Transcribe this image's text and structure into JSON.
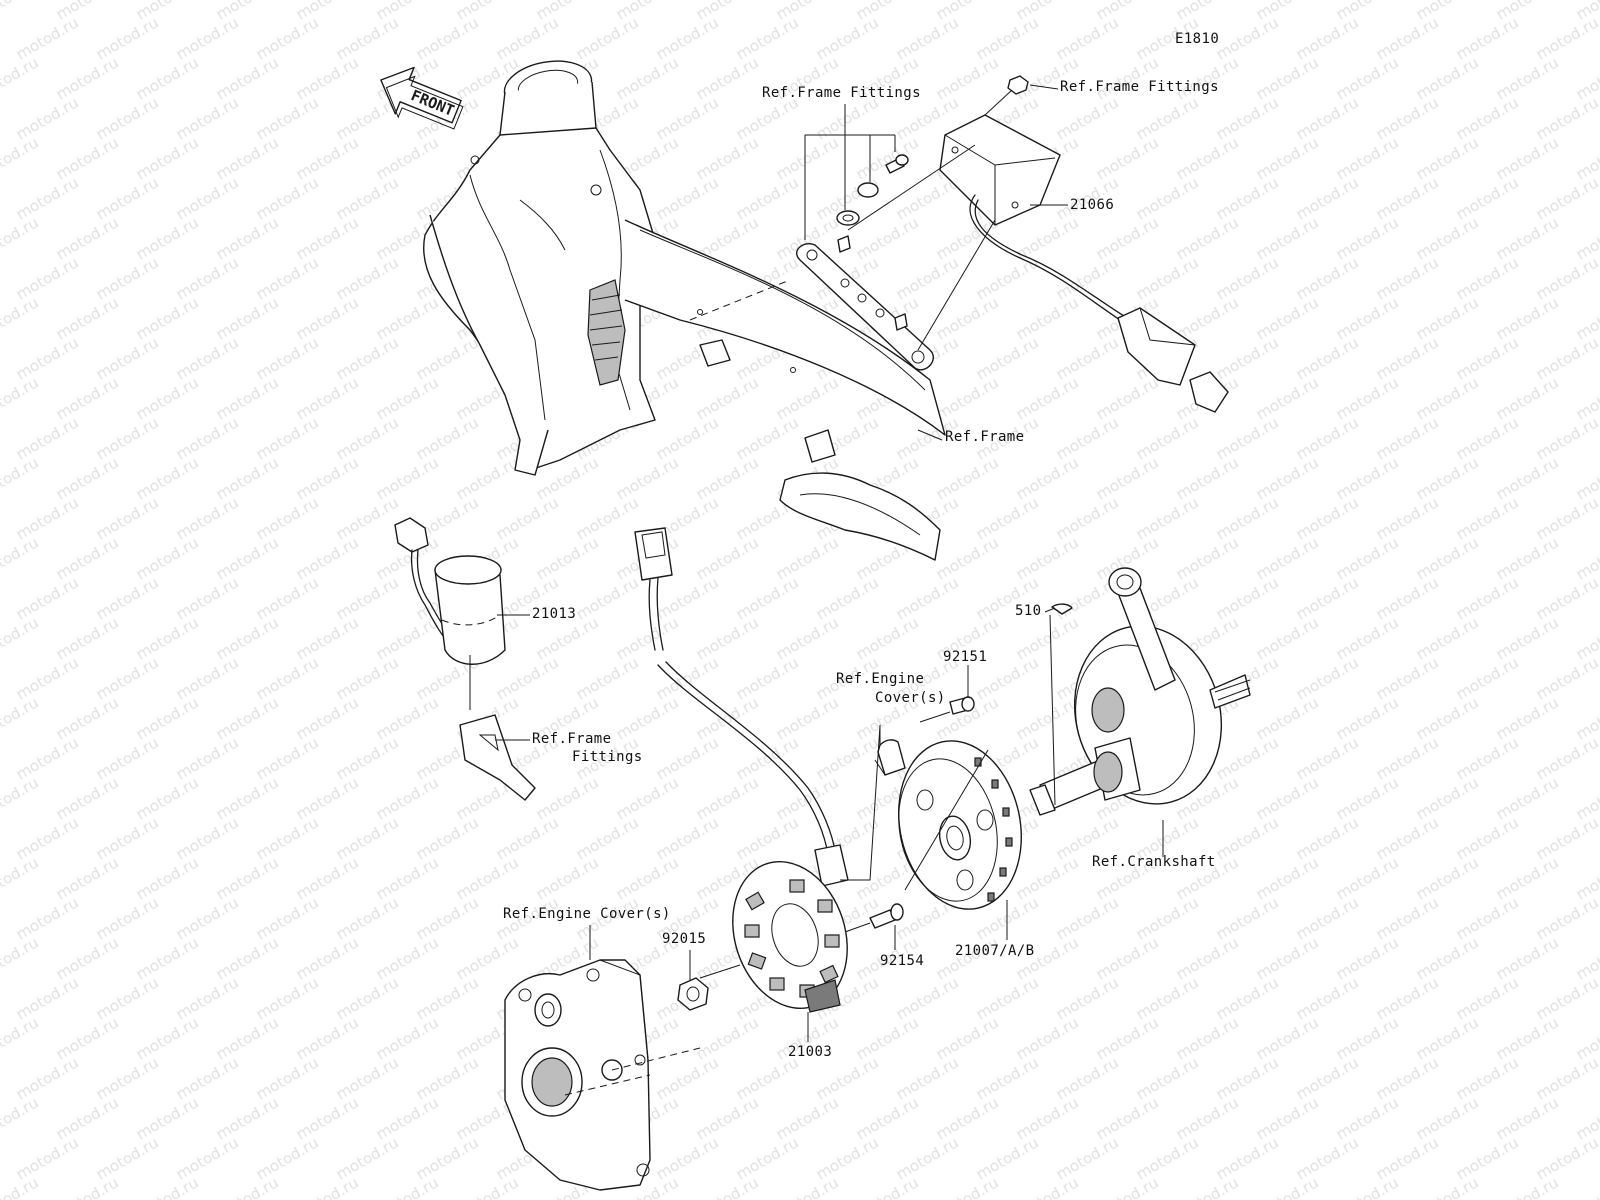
{
  "diagram_code": "E1810",
  "watermark_text": "motod.ru",
  "front_label": "FRONT",
  "callouts": {
    "ref_frame_fittings_top": "Ref.Frame Fittings",
    "ref_frame_fittings_right": "Ref.Frame Fittings",
    "part_21066": "21066",
    "ref_frame": "Ref.Frame",
    "part_21013": "21013",
    "ref_frame_fittings_lower_line1": "Ref.Frame",
    "ref_frame_fittings_lower_line2": "Fittings",
    "part_510": "510",
    "part_92151": "92151",
    "ref_engine_covers_upper_line1": "Ref.Engine",
    "ref_engine_covers_upper_line2": "Cover(s)",
    "ref_crankshaft": "Ref.Crankshaft",
    "ref_engine_covers_lower": "Ref.Engine Cover(s)",
    "part_92015": "92015",
    "part_92154": "92154",
    "part_21007": "21007/A/B",
    "part_21003": "21003"
  },
  "colors": {
    "line": "#1a1a1a",
    "watermark": "#c8c8c8",
    "shade": "#bdbdbd"
  }
}
